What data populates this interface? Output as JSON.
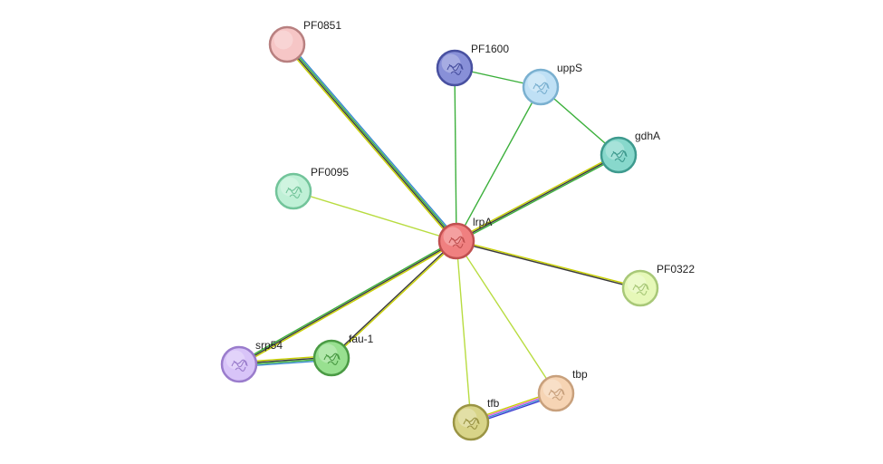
{
  "network": {
    "nodes": [
      {
        "id": "lrpA",
        "label": "lrpA",
        "fill": "#f08080",
        "stroke": "#c05050",
        "query": true
      },
      {
        "id": "PF0851",
        "label": "PF0851",
        "fill": "#f6c6c6",
        "stroke": "#b88080"
      },
      {
        "id": "PF1600",
        "label": "PF1600",
        "fill": "#8890d8",
        "stroke": "#4850a0"
      },
      {
        "id": "uppS",
        "label": "uppS",
        "fill": "#bfe0f5",
        "stroke": "#7ab0d0"
      },
      {
        "id": "gdhA",
        "label": "gdhA",
        "fill": "#88d8cc",
        "stroke": "#3e9a8e"
      },
      {
        "id": "PF0095",
        "label": "PF0095",
        "fill": "#bff0d6",
        "stroke": "#72c49a"
      },
      {
        "id": "PF0322",
        "label": "PF0322",
        "fill": "#e6f8b8",
        "stroke": "#a8c878"
      },
      {
        "id": "srp54",
        "label": "srp54",
        "fill": "#d8c4f8",
        "stroke": "#9a7ccc"
      },
      {
        "id": "fau-1",
        "label": "fau-1",
        "fill": "#98e090",
        "stroke": "#4a9a44"
      },
      {
        "id": "tbp",
        "label": "tbp",
        "fill": "#f6d4b4",
        "stroke": "#c8a07c"
      },
      {
        "id": "tfb",
        "label": "tfb",
        "fill": "#d8d488",
        "stroke": "#9a9444"
      }
    ],
    "edges": [
      {
        "source": "lrpA",
        "target": "PF0851",
        "colors": [
          "#c8d000",
          "#3a3a3a",
          "#3cb03c",
          "#3a8ad0"
        ]
      },
      {
        "source": "lrpA",
        "target": "PF1600",
        "colors": [
          "#3cb03c"
        ]
      },
      {
        "source": "lrpA",
        "target": "uppS",
        "colors": [
          "#3cb03c"
        ]
      },
      {
        "source": "lrpA",
        "target": "gdhA",
        "colors": [
          "#c8d000",
          "#3a3a3a",
          "#3cb03c"
        ]
      },
      {
        "source": "lrpA",
        "target": "PF0095",
        "colors": [
          "#b8dc40"
        ]
      },
      {
        "source": "lrpA",
        "target": "PF0322",
        "colors": [
          "#c8d000",
          "#3a3a3a"
        ]
      },
      {
        "source": "lrpA",
        "target": "srp54",
        "colors": [
          "#c8d000",
          "#3a3a3a",
          "#3cb03c"
        ]
      },
      {
        "source": "lrpA",
        "target": "fau-1",
        "colors": [
          "#c8d000",
          "#3a3a3a"
        ]
      },
      {
        "source": "lrpA",
        "target": "tbp",
        "colors": [
          "#b8dc40"
        ]
      },
      {
        "source": "lrpA",
        "target": "tfb",
        "colors": [
          "#b8dc40"
        ]
      },
      {
        "source": "PF1600",
        "target": "uppS",
        "colors": [
          "#3cb03c"
        ]
      },
      {
        "source": "uppS",
        "target": "gdhA",
        "colors": [
          "#3cb03c"
        ]
      },
      {
        "source": "srp54",
        "target": "fau-1",
        "colors": [
          "#c8d000",
          "#3a3a3a",
          "#3cb03c",
          "#3a8ad0"
        ]
      },
      {
        "source": "tfb",
        "target": "tbp",
        "colors": [
          "#c8d000",
          "#e060e0",
          "#3a8ad0",
          "#3a3ad0"
        ]
      }
    ]
  }
}
